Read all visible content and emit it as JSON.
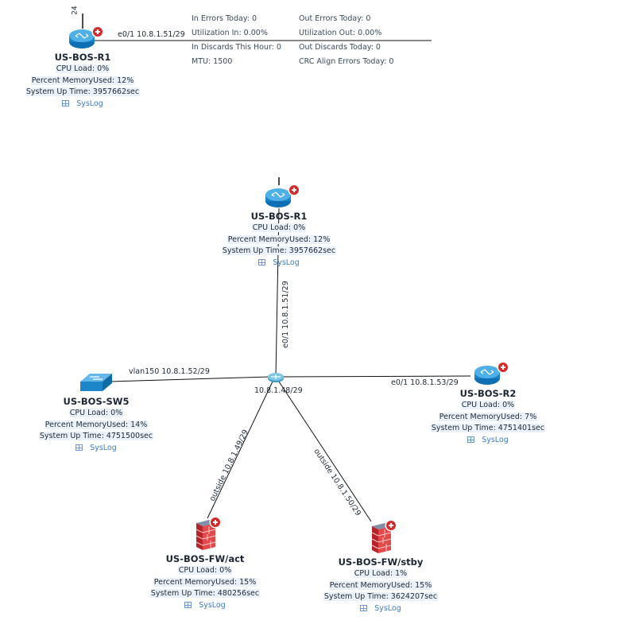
{
  "top_detail": {
    "node": {
      "name": "US-BOS-R1",
      "stats": [
        "CPU Load: 0%",
        "Percent MemoryUsed: 12%",
        "System Up Time: 3957662sec"
      ],
      "syslog": "SysLog"
    },
    "port_tag": "24",
    "link_label": "e0/1 10.8.1.51/29",
    "interface_stats_left": [
      "In Errors Today: 0",
      "Utilization In: 0.00%",
      "In Discards This Hour: 0",
      "MTU: 1500"
    ],
    "interface_stats_right": [
      "Out Errors Today: 0",
      "Utilization Out: 0.00%",
      "Out Discards Today: 0",
      "CRC Align Errors Today: 0"
    ]
  },
  "hub": {
    "label": "10.8.1.48/29"
  },
  "nodes": {
    "r1": {
      "name": "US-BOS-R1",
      "stats": [
        "CPU Load: 0%",
        "Percent MemoryUsed: 12%",
        "System Up Time: 3957662sec"
      ],
      "syslog": "SysLog"
    },
    "sw5": {
      "name": "US-BOS-SW5",
      "stats": [
        "CPU Load: 0%",
        "Percent MemoryUsed: 14%",
        "System Up Time: 4751500sec"
      ],
      "syslog": "SysLog"
    },
    "r2": {
      "name": "US-BOS-R2",
      "stats": [
        "CPU Load: 0%",
        "Percent MemoryUsed: 7%",
        "System Up Time: 4751401sec"
      ],
      "syslog": "SysLog"
    },
    "fw_act": {
      "name": "US-BOS-FW/act",
      "stats": [
        "CPU Load: 0%",
        "Percent MemoryUsed: 15%",
        "System Up Time: 480256sec"
      ],
      "syslog": "SysLog"
    },
    "fw_stby": {
      "name": "US-BOS-FW/stby",
      "stats": [
        "CPU Load: 1%",
        "Percent MemoryUsed: 15%",
        "System Up Time: 3624207sec"
      ],
      "syslog": "SysLog"
    }
  },
  "links": {
    "r1": "e0/1 10.8.1.51/29",
    "sw5": "vlan150 10.8.1.52/29",
    "r2": "e0/1 10.8.1.53/29",
    "fw_act": "outside 10.8.1.49/29",
    "fw_stby": "outside 10.8.1.50/29"
  },
  "colors": {
    "router": "#1f8fd6",
    "alert": "#d42a2a",
    "firewall": "#d43d3d",
    "link_text": "#3d7cc9"
  }
}
